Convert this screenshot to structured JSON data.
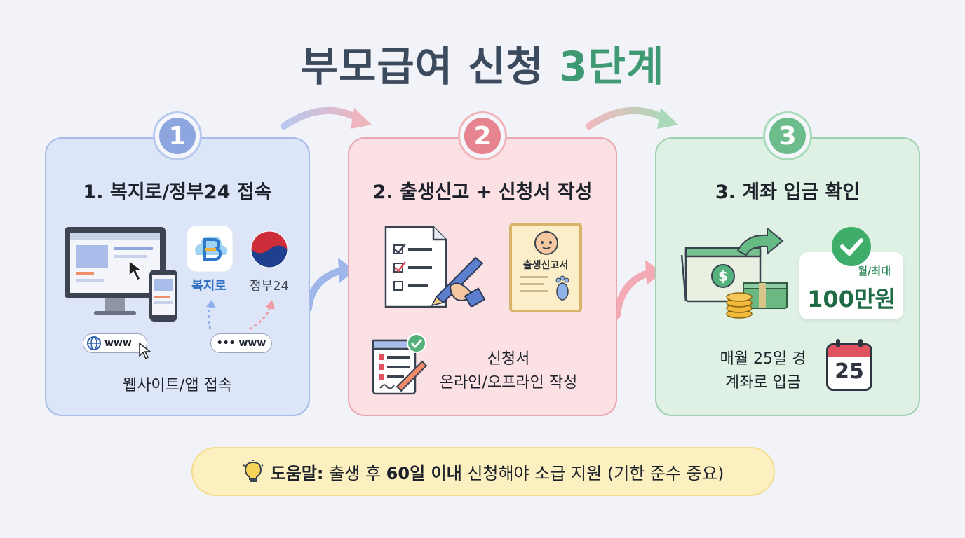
{
  "title": {
    "main": "부모급여 신청",
    "accent": "3단계"
  },
  "steps": [
    {
      "number": "1",
      "title": "1. 복지로/정부24 접속",
      "logo_bokjiro": "복지로",
      "logo_gov24": "정부24",
      "url_chip_1": "www",
      "url_chip_2": "••• www",
      "caption": "웹사이트/앱 접속"
    },
    {
      "number": "2",
      "title": "2. 출생신고 + 신청서 작성",
      "certificate_label": "출생신고서",
      "caption_line1": "신청서",
      "caption_line2": "온라인/오프라인 작성"
    },
    {
      "number": "3",
      "title": "3. 계좌 입금 확인",
      "amount_sub": "월/최대",
      "amount": "100만원",
      "caption_line1": "매월 25일 경",
      "caption_line2": "계좌로 입금",
      "calendar_day": "25"
    }
  ],
  "tip": {
    "label": "도움말:",
    "text_before": "출생 후",
    "highlight": "60일 이내",
    "text_after": "신청해야 소급 지원 (기한 준수 중요)"
  },
  "colors": {
    "step1": "#8da6e0",
    "step2": "#e6848f",
    "step3": "#6cbd8b",
    "title_accent": "#3f9a73",
    "tip_bg": "#fdf0c0"
  },
  "icons": [
    "monitor-icon",
    "phone-icon",
    "bokjiro-logo",
    "gov24-logo",
    "globe-icon",
    "checklist-icon",
    "pen-icon",
    "baby-icon",
    "footprint-icon",
    "money-icon",
    "coin-icon",
    "checkmark-icon",
    "calendar-icon",
    "lightbulb-icon"
  ]
}
